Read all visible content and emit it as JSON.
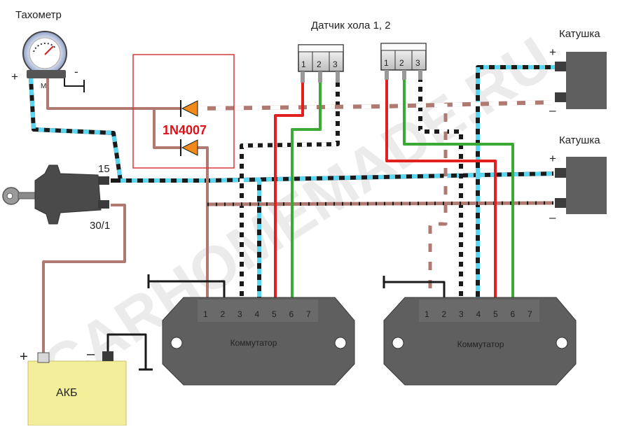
{
  "labels": {
    "tachometer": "Тахометр",
    "tach_plus": "+",
    "tach_minus": "-",
    "tach_m": "М",
    "hall_sensor": "Датчик хола 1, 2",
    "coil": "Катушка",
    "coil_plus": "+",
    "coil_minus": "–",
    "diode": "1N4007",
    "ign_15": "15",
    "ign_30": "30/1",
    "commutator": "Коммутатор",
    "battery": "АКБ",
    "bat_plus": "+",
    "bat_minus": "–",
    "watermark": "CARHOMEMADE.RU"
  },
  "hall_pins": [
    "1",
    "2",
    "3"
  ],
  "comm_pins": [
    "1",
    "2",
    "3",
    "4",
    "5",
    "6",
    "7"
  ],
  "colors": {
    "wire_brown": "#b07a72",
    "wire_red": "#e32020",
    "wire_green": "#3aaa35",
    "wire_cyan": "#5ad6f0",
    "wire_black": "#1a1a1a",
    "diode_orange": "#f08a1c",
    "diode_label": "#e0101a",
    "box_red": "#d83838",
    "device_gray": "#5f5f5f",
    "battery_yellow": "#f2ee9a"
  }
}
